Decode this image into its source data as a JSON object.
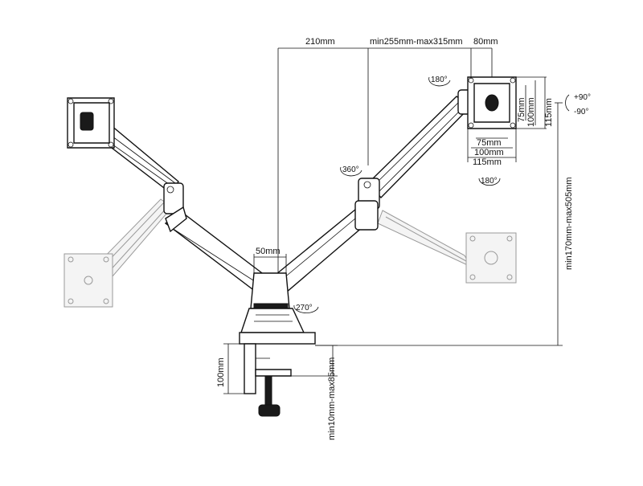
{
  "dimensions": {
    "arm_reach": "210mm",
    "arm_span": "min255mm-max315mm",
    "head_offset": "80mm",
    "column_width": "50mm",
    "vesa_75_v": "75mm",
    "vesa_100_v": "100mm",
    "vesa_115_v": "115mm",
    "vesa_75_h": "75mm",
    "vesa_100_h": "100mm",
    "vesa_115_h": "115mm",
    "height_range": "min170mm-max505mm",
    "clamp_height": "100mm",
    "desk_thickness": "min10mm-max85mm"
  },
  "rotations": {
    "head_top": "180°",
    "head_bottom": "180°",
    "swivel_head": "360°",
    "base": "270°",
    "tilt_up": "+90°",
    "tilt_down": "-90°"
  }
}
